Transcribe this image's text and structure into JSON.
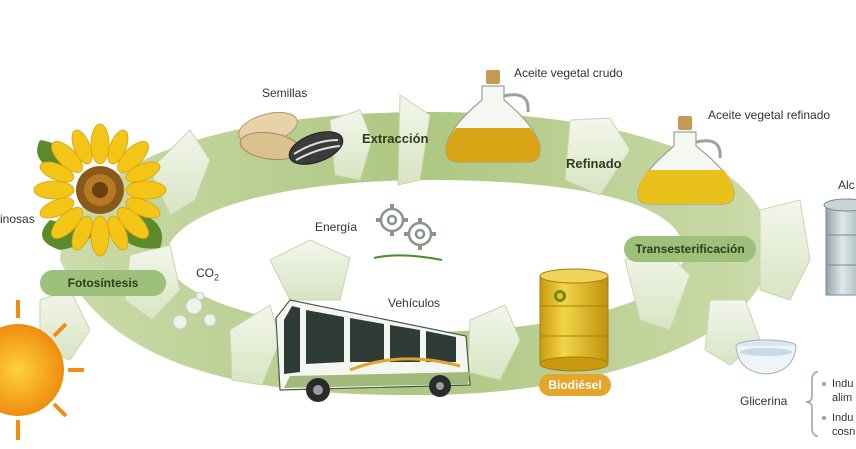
{
  "labels": {
    "left_partial": "inosas",
    "semillas": "Semillas",
    "extraccion": "Extracción",
    "aceite_crudo": "Aceite vegetal crudo",
    "refinado": "Refinado",
    "aceite_refinado": "Aceite vegetal refinado",
    "alcohol_partial": "Alc",
    "transesterificacion": "Transesterificación",
    "fotosintesis": "Fotosíntesis",
    "energia": "Energía",
    "co2_base": "CO",
    "co2_sub": "2",
    "vehiculos": "Vehículos",
    "biodiesel": "Biodiésel",
    "glicerina": "Glicerina",
    "uses": [
      {
        "line1": "Indu",
        "line2": "alim"
      },
      {
        "line1": "Indu",
        "line2": "cosn"
      }
    ]
  },
  "colors": {
    "cycle_arrow": "#a9c47a",
    "arrow_light": "#e3ebd2",
    "pill_green": "#9dc07b",
    "biodiesel_pill": "#e5a52a",
    "oil_crude": "#d9a514",
    "oil_refined": "#e8c21a",
    "barrel": "#e5c019",
    "sun": "#f0a820"
  },
  "icons": [
    "sunflower-icon",
    "sun-icon",
    "seeds-icon",
    "crude-oil-jug-icon",
    "refined-oil-jug-icon",
    "gears-icon",
    "bubbles-icon",
    "bus-icon",
    "barrel-icon",
    "glycerin-bowl-icon",
    "alcohol-drum-icon"
  ]
}
